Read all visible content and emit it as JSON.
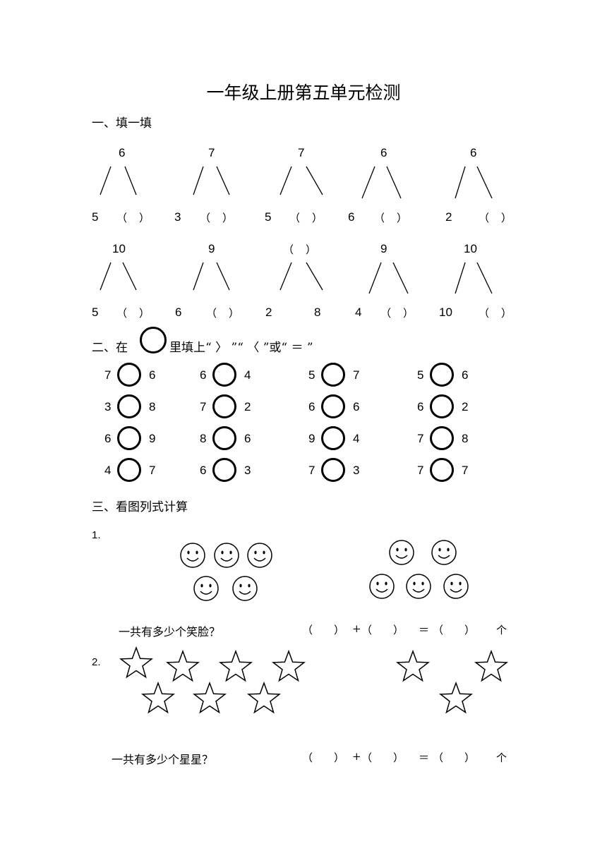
{
  "title": "一年级上册第五单元检测",
  "section1": {
    "heading": "一、填一填",
    "row1": [
      {
        "top": "6",
        "left": "5",
        "right": "（　）"
      },
      {
        "top": "7",
        "left": "3",
        "right": "（　）"
      },
      {
        "top": "7",
        "left": "5",
        "right": "（　）"
      },
      {
        "top": "6",
        "left": "6",
        "right": "（　）"
      },
      {
        "top": "6",
        "left": "2",
        "right": "（　）"
      }
    ],
    "row2": [
      {
        "top": "10",
        "left": "5",
        "right": "（　）"
      },
      {
        "top": "9",
        "left": "6",
        "right": "（　）"
      },
      {
        "top": "（　）",
        "left": "2",
        "right": "8"
      },
      {
        "top": "9",
        "left": "4",
        "right": "（　）"
      },
      {
        "top": "10",
        "left": "10",
        "right": "（　）"
      }
    ]
  },
  "section2": {
    "heading_prefix": "二、在",
    "heading_suffix": "里填上“ 〉 ”“ 〈 ”或“ ＝ ”",
    "columns": [
      [
        [
          "7",
          "6"
        ],
        [
          "3",
          "8"
        ],
        [
          "6",
          "9"
        ],
        [
          "4",
          "7"
        ]
      ],
      [
        [
          "6",
          "4"
        ],
        [
          "7",
          "2"
        ],
        [
          "8",
          "6"
        ],
        [
          "6",
          "3"
        ]
      ],
      [
        [
          "5",
          "7"
        ],
        [
          "6",
          "6"
        ],
        [
          "9",
          "4"
        ],
        [
          "7",
          "3"
        ]
      ],
      [
        [
          "5",
          "6"
        ],
        [
          "6",
          "2"
        ],
        [
          "7",
          "8"
        ],
        [
          "7",
          "7"
        ]
      ]
    ]
  },
  "section3": {
    "heading": "三、看图列式计算",
    "p1": {
      "label": "1.",
      "icon": "smiley-icon",
      "question": "一共有多少个笑脸？",
      "formula": {
        "p1": "（　　）",
        "plus": "+",
        "p2": "（　　）",
        "eq": "＝",
        "p3": "（　　）",
        "unit": "个"
      }
    },
    "p2": {
      "label": "2.",
      "icon": "star-icon",
      "question": "一共有多少个星星？",
      "formula": {
        "p1": "（　　）",
        "plus": "+",
        "p2": "（　　）",
        "eq": "＝",
        "p3": "（　　）",
        "unit": "个"
      }
    }
  }
}
